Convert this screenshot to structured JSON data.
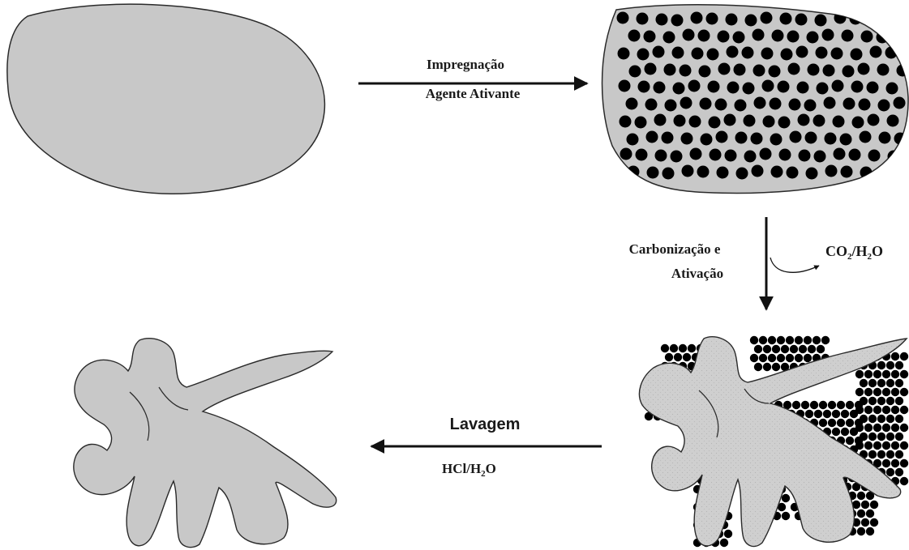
{
  "step1": {
    "line1": "Impregnação",
    "line2": "Agente Ativante"
  },
  "step2": {
    "line1": "Carbonização e",
    "line2": "Ativação",
    "byproduct_a": "CO",
    "byproduct_sub_a": "2",
    "byproduct_mid": "/H",
    "byproduct_sub_b": "2",
    "byproduct_end": "O"
  },
  "step3": {
    "label": "Lavagem",
    "reagent_a": "HCl/H",
    "reagent_sub": "2",
    "reagent_end": "O"
  },
  "colors": {
    "particle_fill": "#c8c8c8",
    "particle_stroke": "#2a2a2a",
    "dot": "#000000",
    "arrow": "#111111"
  }
}
